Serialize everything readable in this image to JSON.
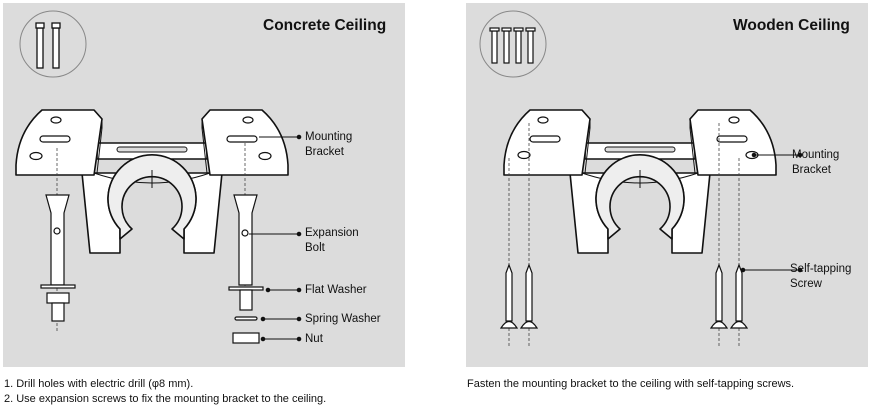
{
  "concrete": {
    "title": "Concrete Ceiling",
    "labels": {
      "mounting_bracket": [
        "Mounting",
        "Bracket"
      ],
      "expansion_bolt": [
        "Expansion",
        "Bolt"
      ],
      "flat_washer": "Flat Washer",
      "spring_washer": "Spring Washer",
      "nut": "Nut"
    },
    "steps": [
      "1. Drill holes with electric drill (φ8 mm).",
      "2. Use expansion screws to fix the mounting bracket to the ceiling."
    ]
  },
  "wooden": {
    "title": "Wooden Ceiling",
    "labels": {
      "mounting_bracket": [
        "Mounting",
        "Bracket"
      ],
      "self_tapping_screw": [
        "Self-tapping",
        "Screw"
      ]
    },
    "caption": "Fasten the mounting bracket to the ceiling with self-tapping screws."
  }
}
